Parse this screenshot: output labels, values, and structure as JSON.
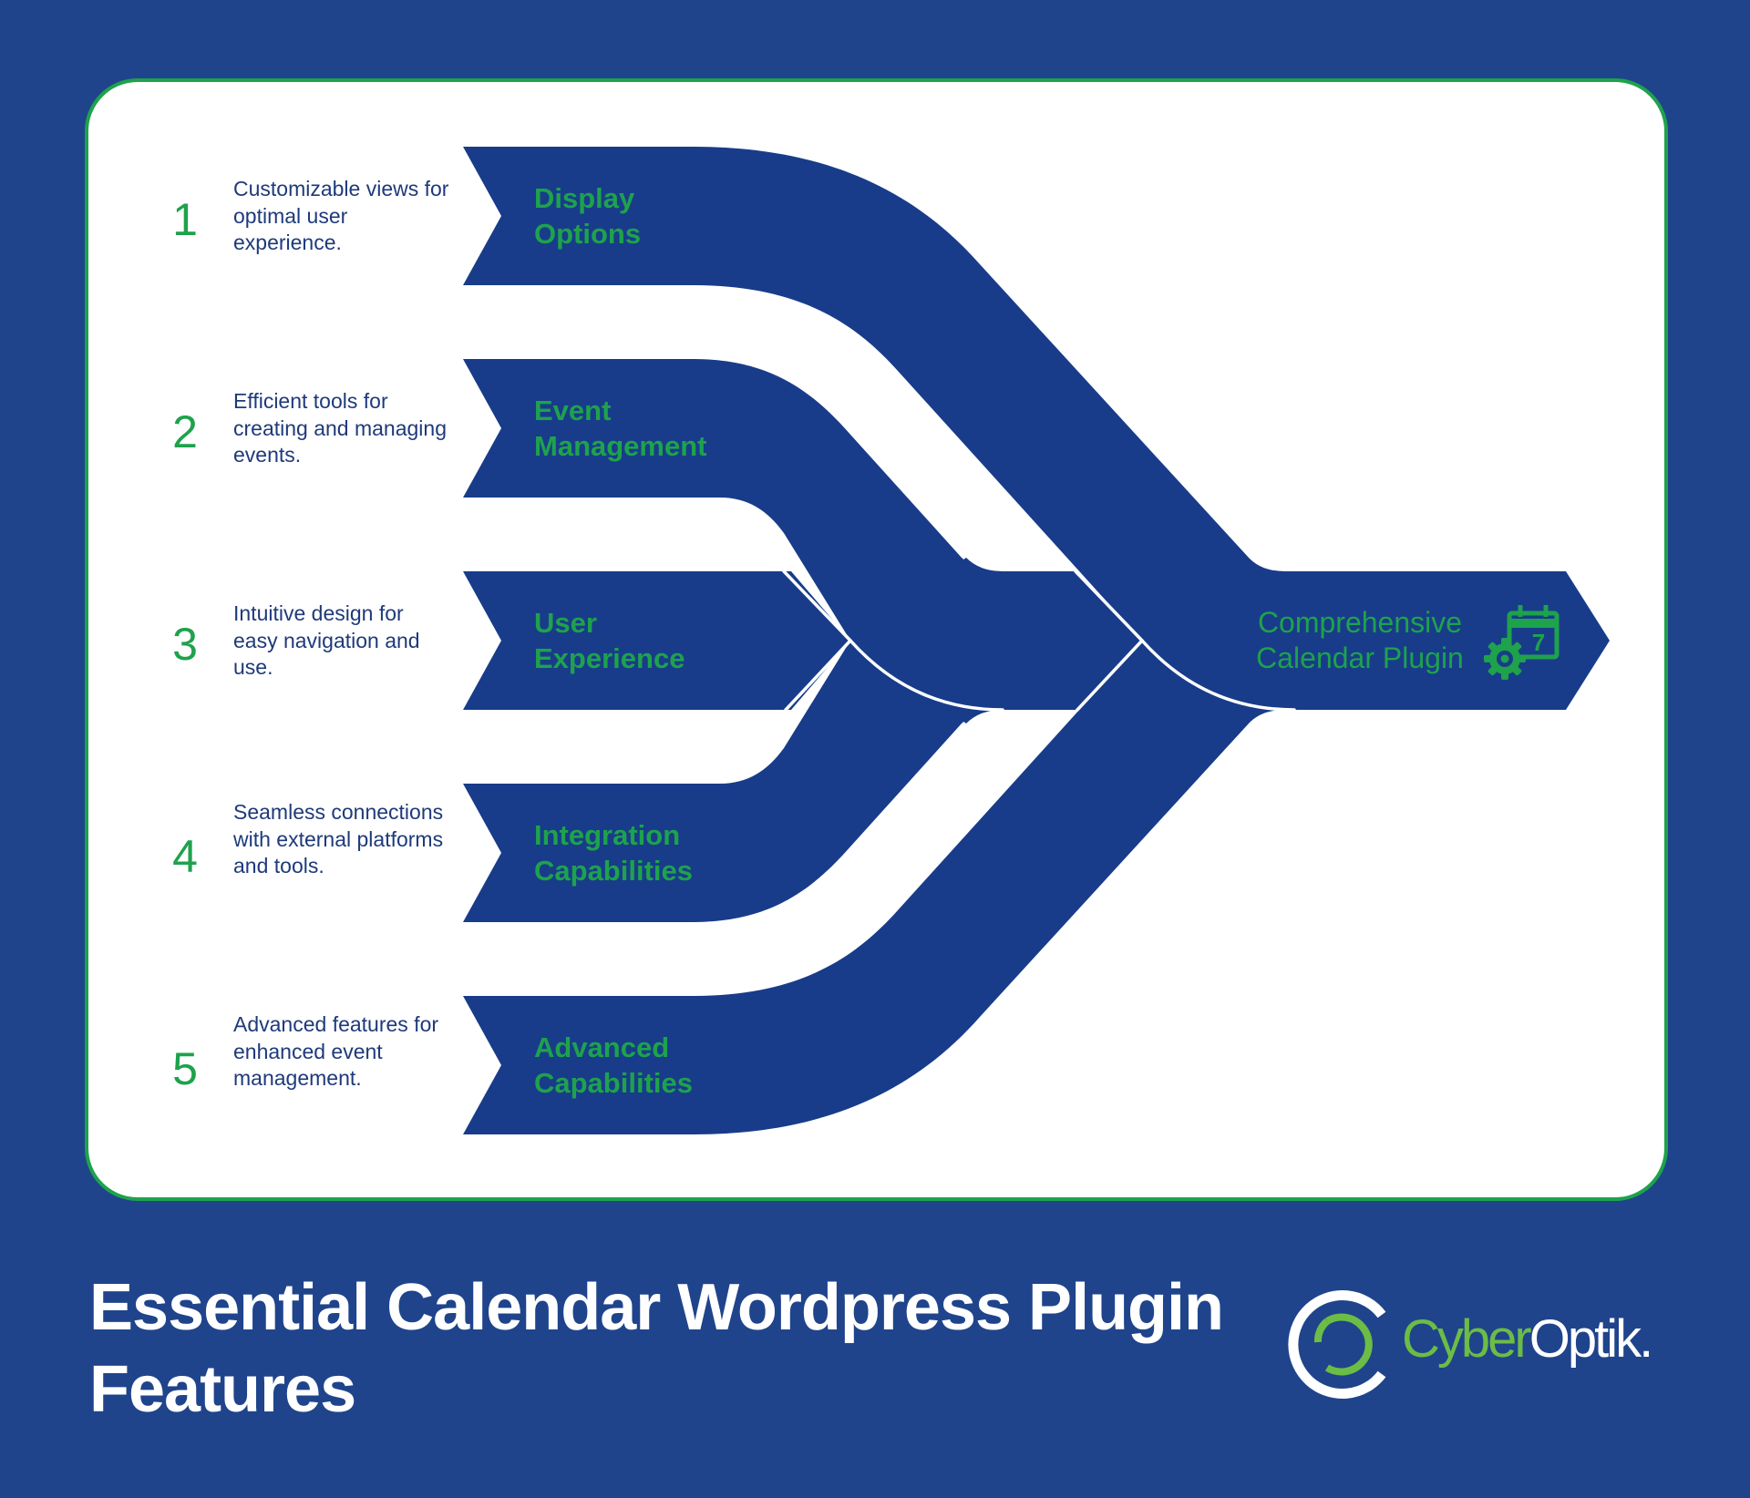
{
  "colors": {
    "background": "#1f448c",
    "card": "#ffffff",
    "card_border": "#1ea24c",
    "ribbon": "#183c8a",
    "accent_green": "#1ea24c",
    "description_text": "#1e3a7a",
    "logo_green": "#6cbd45"
  },
  "rows": [
    {
      "number": "1",
      "description": "Customizable views for optimal user experience.",
      "label_line1": "Display",
      "label_line2": "Options"
    },
    {
      "number": "2",
      "description": "Efficient tools for creating and managing events.",
      "label_line1": "Event",
      "label_line2": "Management"
    },
    {
      "number": "3",
      "description": "Intuitive design for easy navigation and use.",
      "label_line1": "User",
      "label_line2": "Experience"
    },
    {
      "number": "4",
      "description": "Seamless connections with external platforms and tools.",
      "label_line1": "Integration",
      "label_line2": "Capabilities"
    },
    {
      "number": "5",
      "description": "Advanced features for enhanced event management.",
      "label_line1": "Advanced",
      "label_line2": "Capabilities"
    }
  ],
  "output": {
    "line1": "Comprehensive",
    "line2": "Calendar Plugin",
    "icon": "calendar-gear-icon",
    "icon_day": "7"
  },
  "title": {
    "line1": "Essential Calendar Wordpress Plugin",
    "line2": "Features"
  },
  "logo": {
    "part1": "Cyber",
    "part2": "Optik."
  }
}
